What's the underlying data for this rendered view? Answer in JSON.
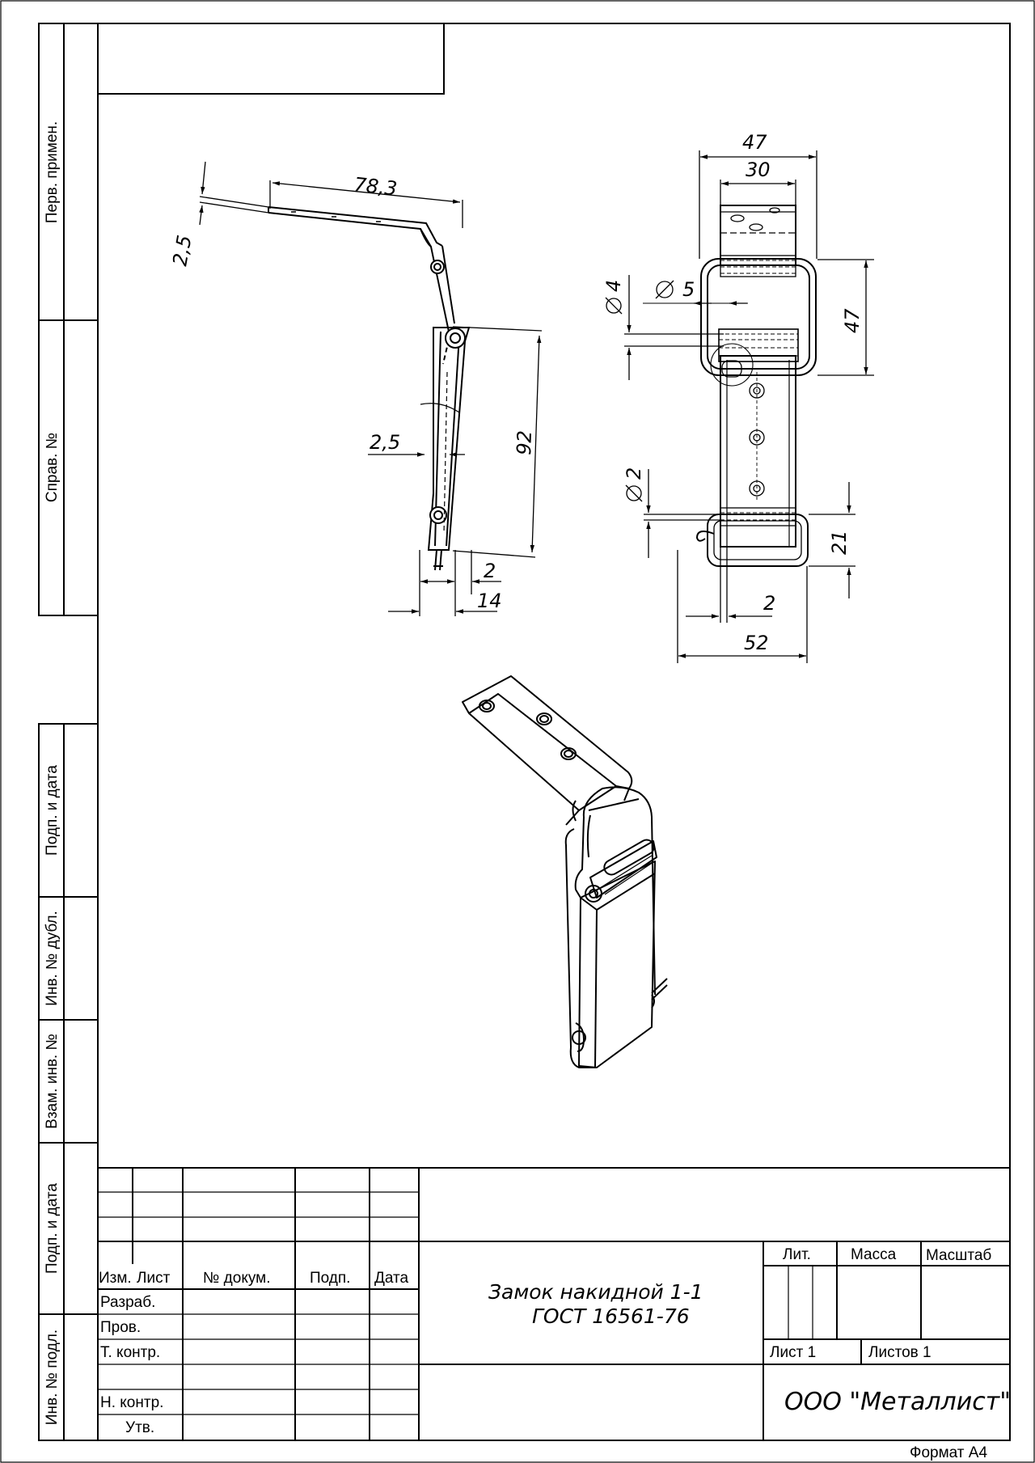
{
  "sheet": {
    "format_label": "Формат А4"
  },
  "side_stamps": {
    "perv_primen": "Перв. примен.",
    "sprav_no": "Справ. №",
    "podp_data_1": "Подп. и дата",
    "inv_no_dubl": "Инв. № дубл.",
    "vzam_inv_no": "Взам. инв. №",
    "podp_data_2": "Подп. и дата",
    "inv_no_podl": "Инв. № подл."
  },
  "dimensions": {
    "side_view": [
      "78,3",
      "2,5",
      "2,5",
      "92",
      "2",
      "14"
    ],
    "front_view": [
      "47",
      "30",
      "4",
      "5",
      "47",
      "2",
      "21",
      "2",
      "52"
    ]
  },
  "title_block": {
    "columns": {
      "izm": "Изм.",
      "list": "Лист",
      "no_dokum": "№ докум.",
      "podp": "Подп.",
      "data": "Дата"
    },
    "rows": {
      "razrab": "Разраб.",
      "prov": "Пров.",
      "t_kontr": "Т. контр.",
      "n_kontr": "Н. контр.",
      "utv": "Утв."
    },
    "designation_line1": "Замок накидной 1-1",
    "designation_line2": "ГОСТ 16561-76",
    "lit": "Лит.",
    "massa": "Масса",
    "masshtab": "Масштаб",
    "sheet_no": "Лист 1",
    "sheets_total": "Листов 1",
    "organization": "ООО \"Металлист\""
  }
}
